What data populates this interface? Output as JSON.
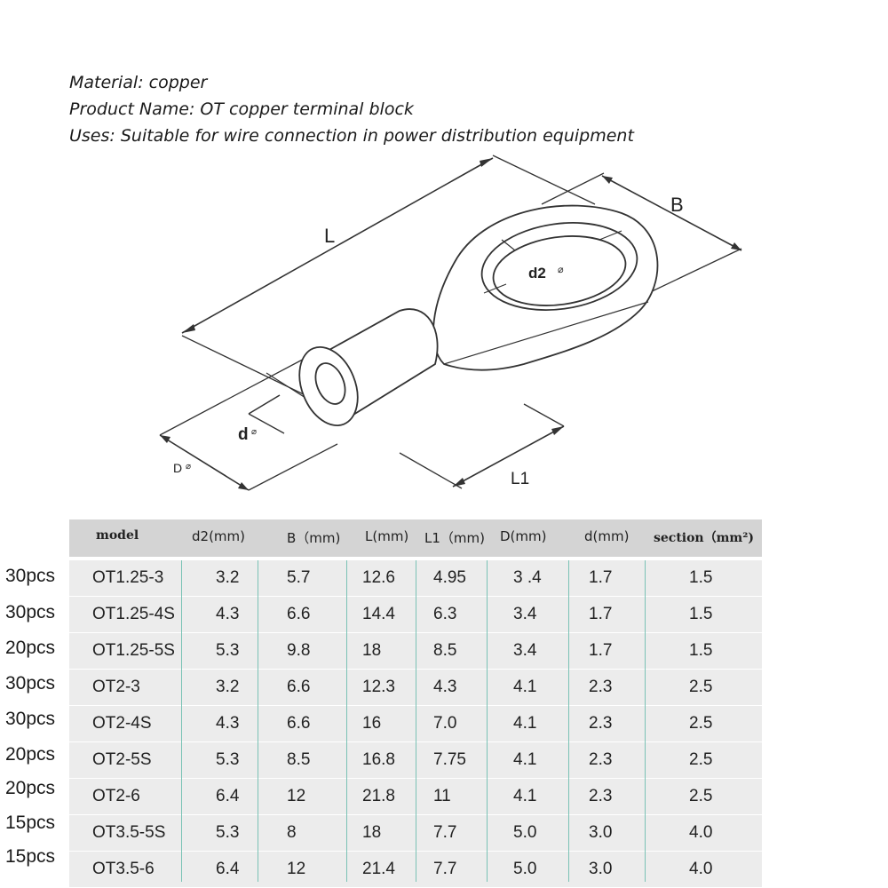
{
  "info": {
    "material": "Material: copper",
    "product_name": "Product Name: OT copper terminal block",
    "uses": "Uses: Suitable for wire connection in power distribution equipment"
  },
  "diagram": {
    "label_L": "L",
    "label_B": "B",
    "label_d2": "d2",
    "label_d": "d",
    "label_D": "D",
    "label_L1": "L1",
    "diameter_symbol": "⌀"
  },
  "table": {
    "headers": [
      "model",
      "d2(mm)",
      "B（mm)",
      "L(mm)",
      "L1（mm)",
      "D(mm)",
      "d(mm)",
      "section（mm²)"
    ],
    "rows": [
      {
        "qty": "30pcs",
        "cells": [
          "OT1.25-3",
          "3.2",
          "5.7",
          "12.6",
          "4.95",
          "3 .4",
          "1.7",
          "1.5"
        ]
      },
      {
        "qty": "30pcs",
        "cells": [
          "OT1.25-4S",
          "4.3",
          "6.6",
          "14.4",
          "6.3",
          "3.4",
          "1.7",
          "1.5"
        ]
      },
      {
        "qty": "20pcs",
        "cells": [
          "OT1.25-5S",
          "5.3",
          "9.8",
          "18",
          "8.5",
          "3.4",
          "1.7",
          "1.5"
        ]
      },
      {
        "qty": "30pcs",
        "cells": [
          "OT2-3",
          "3.2",
          "6.6",
          "12.3",
          "4.3",
          "4.1",
          "2.3",
          "2.5"
        ]
      },
      {
        "qty": "30pcs",
        "cells": [
          "OT2-4S",
          "4.3",
          "6.6",
          "16",
          "7.0",
          "4.1",
          "2.3",
          "2.5"
        ]
      },
      {
        "qty": "20pcs",
        "cells": [
          "OT2-5S",
          "5.3",
          "8.5",
          "16.8",
          "7.75",
          "4.1",
          "2.3",
          "2.5"
        ]
      },
      {
        "qty": "20pcs",
        "cells": [
          "OT2-6",
          "6.4",
          "12",
          "21.8",
          "11",
          "4.1",
          "2.3",
          "2.5"
        ]
      },
      {
        "qty": "15pcs",
        "cells": [
          "OT3.5-5S",
          "5.3",
          "8",
          "18",
          "7.7",
          "5.0",
          "3.0",
          "4.0"
        ]
      },
      {
        "qty": "15pcs",
        "cells": [
          "OT3.5-6",
          "6.4",
          "12",
          "21.4",
          "7.7",
          "5.0",
          "3.0",
          "4.0"
        ]
      }
    ]
  }
}
